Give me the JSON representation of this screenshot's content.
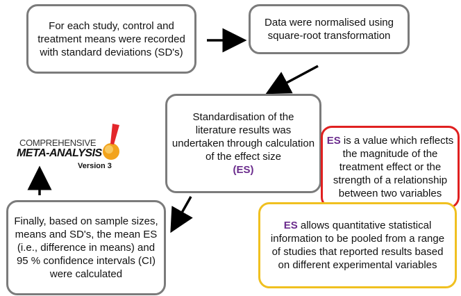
{
  "steps": {
    "step1": "For each study, control and treatment means were recorded with standard deviations (SD's)",
    "step2": "Data were normalised using square-root transformation",
    "step3_text": "Standardisation of the literature results was undertaken through calculation of the effect size",
    "step3_es": "(ES)",
    "step4": "Finally, based on sample sizes, means and SD's, the mean ES (i.e., difference in means) and 95 % confidence intervals (CI) were calculated"
  },
  "notes": {
    "red_es": "ES",
    "red_text": " is a value which reflects the magnitude of the treatment effect or the strength of a relationship between two variables",
    "yellow_es": "ES",
    "yellow_text": " allows quantitative statistical information to be pooled from a range of studies that reported results based on different experimental variables"
  },
  "logo": {
    "line1": "COMPREHENSIVE",
    "line2": "META-ANALYSIS",
    "line3": "Version 3"
  },
  "colors": {
    "box_border": "#7b7b7b",
    "red_border": "#e02020",
    "yellow_border": "#f0c020",
    "es_text": "#6a2b8c"
  }
}
